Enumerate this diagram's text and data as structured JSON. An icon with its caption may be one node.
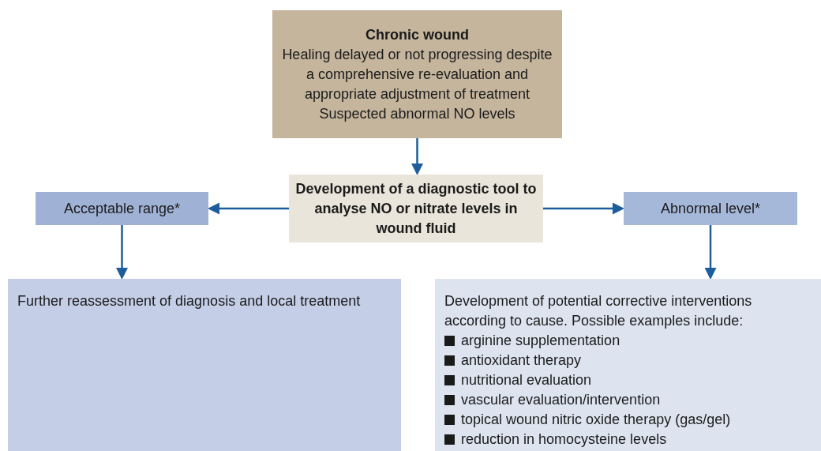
{
  "diagram": {
    "nodes": [
      {
        "text": [
          "Chronic wound",
          "Healing delayed or not progressing despite a comprehensive re-evaluation and appropriate adjustment of treatment",
          "Suspected abnormal NO levels"
        ]
      },
      {
        "text": [
          "Development of a diagnostic tool to analyse NO or nitrate levels in wound fluid"
        ]
      },
      {
        "text": [
          "Acceptable range*"
        ]
      },
      {
        "text": [
          "Abnormal level*"
        ]
      },
      {
        "text": [
          "Further reassessment of diagnosis and local treatment"
        ]
      },
      {
        "text": [
          "Development of potential corrective interventions according to cause. Possible examples include:",
          "arginine supplementation",
          "antioxidant therapy",
          "nutritional evaluation",
          "vascular evaluation/intervention",
          "topical wound nitric oxide therapy (gas/gel)",
          "reduction in homocysteine levels"
        ]
      }
    ],
    "edges": [
      {
        "from": 0,
        "to": 1,
        "arrow": "to"
      },
      {
        "from": 1,
        "to": 2,
        "arrow": "to"
      },
      {
        "from": 1,
        "to": 3,
        "arrow": "to"
      },
      {
        "from": 2,
        "to": 4,
        "arrow": "to"
      },
      {
        "from": 3,
        "to": 5,
        "arrow": "to"
      }
    ]
  }
}
